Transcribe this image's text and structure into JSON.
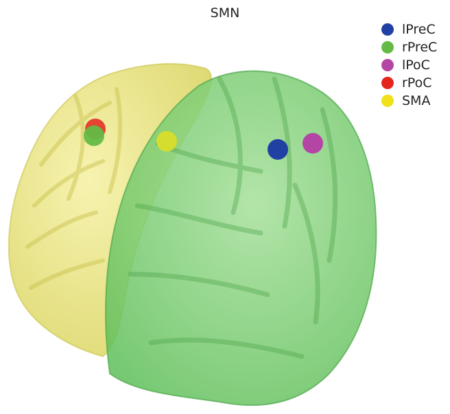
{
  "title": "SMN",
  "legend": [
    {
      "label": "lPreC",
      "color": "#2140a3"
    },
    {
      "label": "rPreC",
      "color": "#63bb46"
    },
    {
      "label": "lPoC",
      "color": "#b545a5"
    },
    {
      "label": "rPoC",
      "color": "#e5261e"
    },
    {
      "label": "SMA",
      "color": "#f0e11b"
    }
  ],
  "brain": {
    "left_hemisphere_color": "#e8e36a",
    "right_hemisphere_color": "#7ccd6c"
  },
  "nodes": [
    {
      "region": "rPoC",
      "color": "#e5261e"
    },
    {
      "region": "rPreC",
      "color": "#63bb46"
    },
    {
      "region": "SMA",
      "color": "#d9de2a"
    },
    {
      "region": "lPreC",
      "color": "#2140a3"
    },
    {
      "region": "lPoC",
      "color": "#b545a5"
    }
  ]
}
